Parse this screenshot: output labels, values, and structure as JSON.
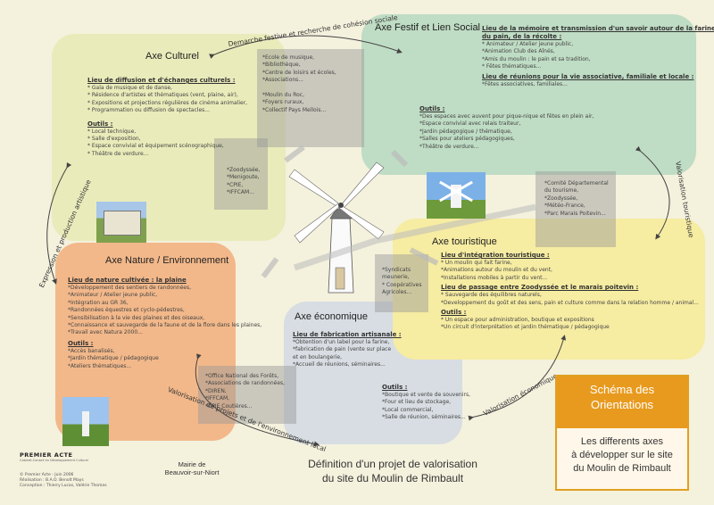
{
  "labels": {
    "culturel_title": "Axe Culturel",
    "festif_title": "Axe Festif et Lien Social",
    "nature_title": "Axe Nature / Environnement",
    "economique_title": "Axe économique",
    "touristique_title": "Axe touristique",
    "arrow_top": "Demarche festive et recherche de cohésion sociale",
    "arrow_left": "Expression et production artistique",
    "arrow_right": "Valorisation touristique",
    "arrow_bottom_left": "Valorisation de projets et de l'environnement local",
    "arrow_bottom_right": "Valorisation économique"
  },
  "culturel": {
    "h1": "Lieu de diffusion et d'échanges culturels :",
    "items1": [
      "* Gala de musique et de danse,",
      "* Résidence d'artistes et thématiques (vent, plaine, air),",
      "* Expositions et projections régulières de cinéma animalier,",
      "* Programmation ou diffusion de spectacles..."
    ],
    "h2": "Outils :",
    "items2": [
      "* Local technique,",
      "* Salle d'exposition,",
      "* Espace convivial et équipement scénographique,",
      "* Théâtre de verdure..."
    ]
  },
  "festif": {
    "h1": "Lieu de la mémoire et transmission d'un savoir autour de la farine,",
    "h1b": "du pain, de la récolte :",
    "items1": [
      "* Animateur / Atelier jeune public,",
      "*Animation Club des Aînés,",
      "*Amis du moulin : le pain et sa tradition,",
      "* Fêtes thématiques..."
    ],
    "h2": "Lieu de réunions pour la vie associative, familiale et locale :",
    "items2": [
      "*Fêtes associatives, familiales..."
    ],
    "h3": "Outils :",
    "items3": [
      "*Des espaces avec auvent pour pique-nique et fêtes en plein air,",
      "*Espace convivial avec relais traiteur,",
      "*Jardin pédagogique / thématique,",
      "*Salles pour ateliers pédagogiques,",
      "*Théâtre de verdure..."
    ]
  },
  "nature": {
    "h1": "Lieu de nature cultivée : la plaine",
    "items1": [
      "*Développement des sentiers de randonnées,",
      "*Animateur / Atelier jeune public,",
      "*Intégration au GR 36,",
      "*Randonnées équestres et cyclo-pédestres,",
      "*Sensibilisation à la vie des plaines et des oiseaux,",
      "*Connaissance et sauvegarde de la faune et de la flore dans les plaines,",
      "*Travail avec Natura 2000..."
    ],
    "h2": "Outils :",
    "items2": [
      "*Accès banalisés,",
      "*Jardin thématique / pédagogique",
      "*Ateliers thématiques..."
    ]
  },
  "economique": {
    "h1": "Lieu de fabrication artisanale :",
    "items1": [
      "*Obtention d'un label pour la farine,",
      "*fabrication de pain (vente sur place",
      "et en boulangerie,",
      "*Accueil de réunions, séminaires..."
    ],
    "h2": "Outils :",
    "items2": [
      "*Boutique et vente de souvenirs,",
      "*Four et lieu de stockage,",
      "*Local commercial,",
      "*Salle de réunion, séminaires..."
    ]
  },
  "touristique": {
    "h1": "Lieu d'intégration touristique :",
    "items1": [
      "* Un moulin qui fait farine,",
      "*Animations autour du moulin et du vent,",
      "*Installations mobiles à partir du vent..."
    ],
    "h2": "Lieu de passage entre Zoodyssée et le marais poitevin :",
    "items2": [
      "* Sauvegarde des équilibres naturels,",
      "*Developpement du goût et des sens, pain et culture comme dans la relation homme / animal..."
    ],
    "h3": "Outils :",
    "items3": [
      "* Un espace pour administration, boutique et expositions",
      "*Un circuit d'interprétation et jardin thématique / pédagogique"
    ]
  },
  "partners": {
    "top_center": [
      "*Ecole de musique,",
      "*Bibliothèque,",
      "*Centre de loisirs et écoles,",
      "*Associations...",
      "",
      "*Moulin du Roc,",
      "*Foyers ruraux,",
      "*Collectif Pays Mellois..."
    ],
    "left_mid": [
      "*Zoodyssée,",
      "*Menigoute,",
      "*CPIE,",
      "*IFFCAM..."
    ],
    "right_mid": [
      "*Comité Départemental",
      "du tourisme,",
      "*Zoodyssée,",
      "*Météo-France,",
      "*Parc Marais Poitevin..."
    ],
    "center_low": [
      "*Syndicats",
      "meunerie,",
      "* Coopératives",
      "Agricoles..."
    ],
    "bottom_left": [
      "*Office National des Forêts,",
      "*Associations de randonnées,",
      "*DIREN,",
      "*IFFCAM,",
      "*CPIE Coutières..."
    ]
  },
  "orange_box": {
    "title_line1": "Schéma des",
    "title_line2": "Orientations",
    "desc_line1": "Les differents axes",
    "desc_line2": "à développer sur le site",
    "desc_line3": "du Moulin de Rimbault"
  },
  "footer": {
    "logo_line1": "PREMIER ACTE",
    "logo_line2": "Cabinet-Conseil en Développement Culturel",
    "credits": [
      "© Premier Acte - Juin 2006",
      "Réalisation : B.A.O. Benoît Mays",
      "Conception : Thierry Lucas, Valérie Thomas"
    ],
    "mairie_line1": "Mairie de",
    "mairie_line2": "Beauvoir-sur-Niort",
    "definition_line1": "Définition d'un projet de valorisation",
    "definition_line2": "du site du Moulin de Rimbault"
  },
  "colors": {
    "culturel": "#e9ebba",
    "festif": "#bfdcc4",
    "nature": "#f2b88a",
    "economique": "#d7dde2",
    "touristique": "#f6eca2",
    "orange": "#e89a1e"
  }
}
